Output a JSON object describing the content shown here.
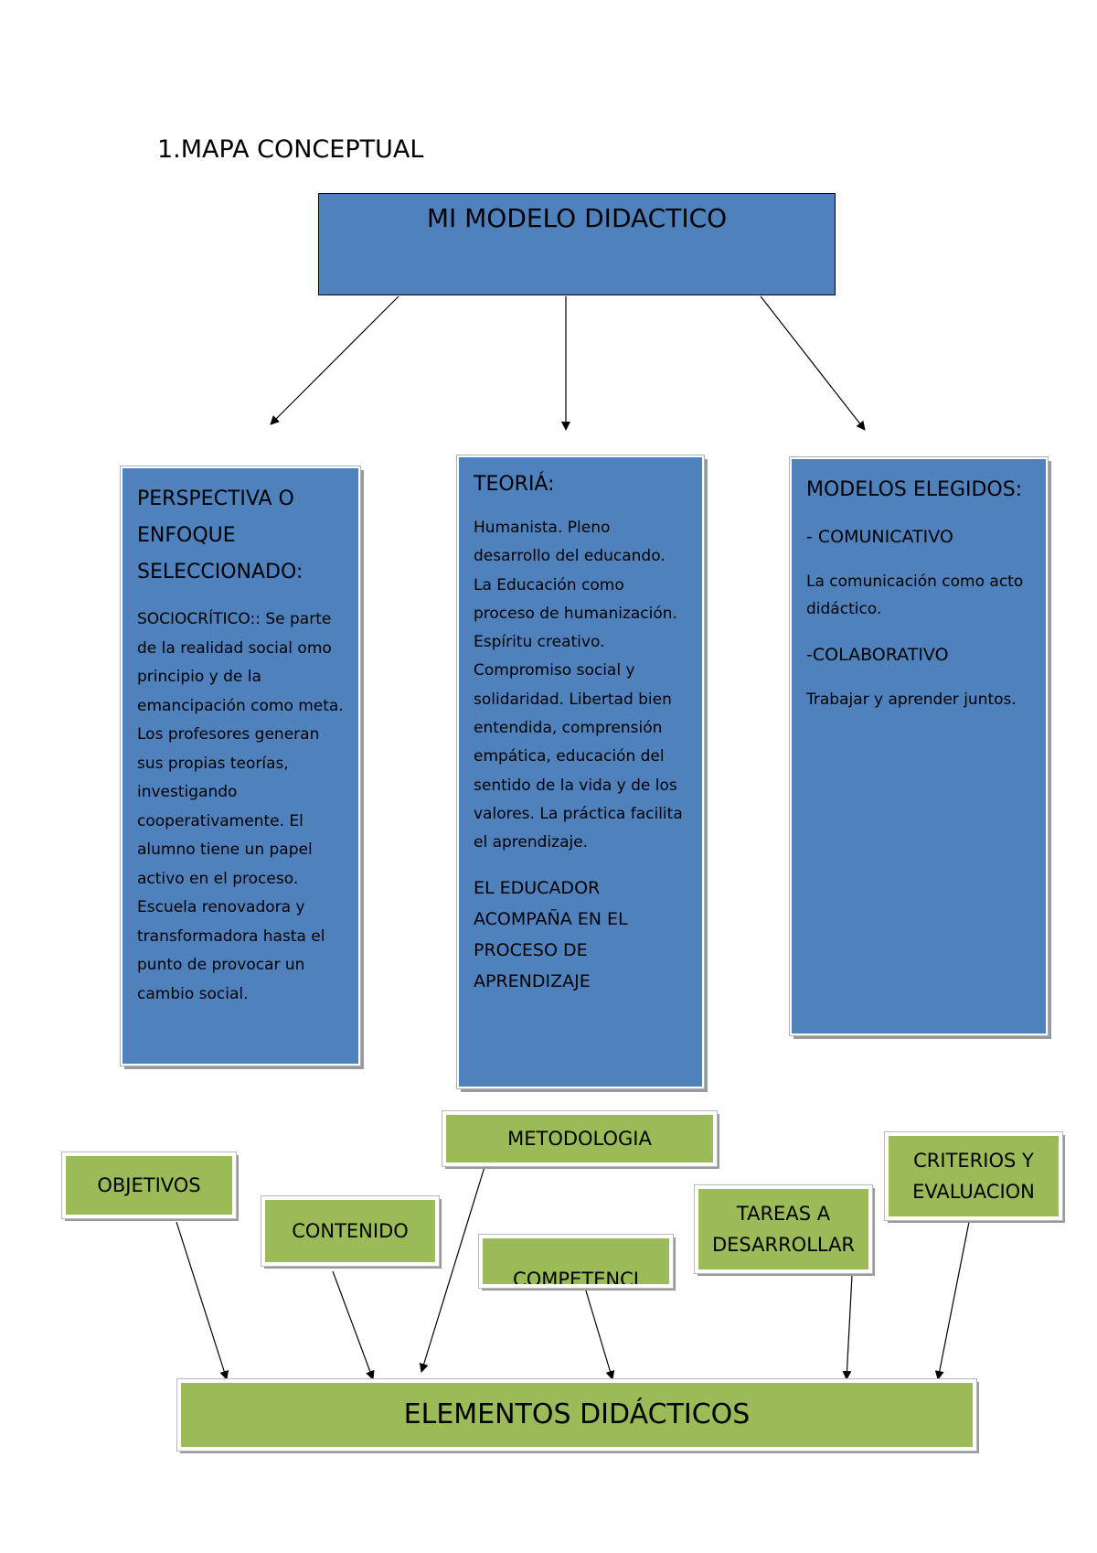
{
  "title": "1.MAPA CONCEPTUAL",
  "root": {
    "label": "MI MODELO DIDACTICO"
  },
  "columns": {
    "perspectiva": {
      "heading_lines": [
        "PERSPECTIVA O",
        "ENFOQUE",
        "SELECCIONADO:"
      ],
      "body": "SOCIOCRÍTICO:: Se parte de la realidad social omo principio y de la emancipación como meta. Los profesores generan sus propias teorías, investigando cooperativamente. El alumno tiene un papel activo en el proceso. Escuela renovadora y transformadora hasta el punto de provocar un cambio social."
    },
    "teoria": {
      "heading": "TEORIÁ:",
      "body": "Humanista. Pleno desarrollo del educando. La Educación como proceso de humanización. Espíritu creativo. Compromiso social y solidaridad. Libertad bien entendida, comprensión empática, educación del sentido de la vida y de los valores. La práctica facilita el aprendizaje.",
      "emphasis": "EL EDUCADOR ACOMPAÑA EN EL PROCESO DE APRENDIZAJE"
    },
    "modelos": {
      "heading": "MODELOS ELEGIDOS:",
      "item1_title": "- COMUNICATIVO",
      "item1_desc": "La comunicación como acto didáctico.",
      "item2_title": "-COLABORATIVO",
      "item2_desc": "Trabajar y aprender juntos."
    }
  },
  "elements": {
    "metodologia": "METODOLOGIA",
    "objetivos": "OBJETIVOS",
    "contenido": "CONTENIDO",
    "competencia": "COMPETENCI",
    "tareas_lines": [
      "TAREAS A",
      "DESARROLLAR"
    ],
    "criterios_lines": [
      "CRITERIOS Y",
      "EVALUACION"
    ],
    "target": "ELEMENTOS DIDÁCTICOS"
  },
  "colors": {
    "blue_box": "#4f81bd",
    "green_box": "#9bbb59",
    "line": "#000000"
  }
}
